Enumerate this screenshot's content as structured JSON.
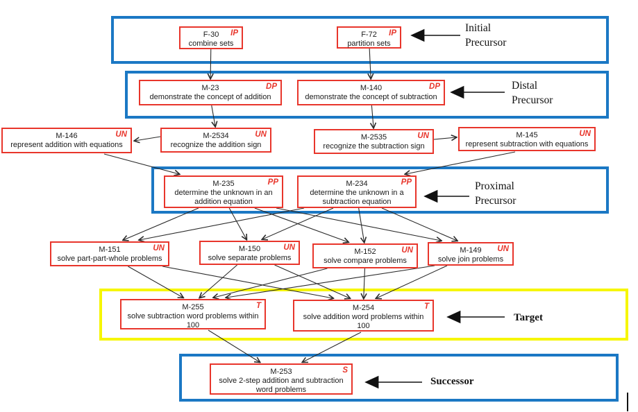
{
  "groups": {
    "initial": "Initial Precursor",
    "distal": "Distal Precursor",
    "proximal": "Proximal Precursor",
    "target": "Target",
    "successor": "Successor"
  },
  "nodes": [
    {
      "id": "F-30",
      "tag": "IP",
      "desc": "combine sets"
    },
    {
      "id": "F-72",
      "tag": "IP",
      "desc": "partition sets"
    },
    {
      "id": "M-23",
      "tag": "DP",
      "desc": "demonstrate the concept of addition"
    },
    {
      "id": "M-140",
      "tag": "DP",
      "desc": "demonstrate the concept of subtraction"
    },
    {
      "id": "M-146",
      "tag": "UN",
      "desc": "represent addition with equations"
    },
    {
      "id": "M-2534",
      "tag": "UN",
      "desc": "recognize the addition sign"
    },
    {
      "id": "M-2535",
      "tag": "UN",
      "desc": "recognize the subtraction sign"
    },
    {
      "id": "M-145",
      "tag": "UN",
      "desc": "represent subtraction with equations"
    },
    {
      "id": "M-235",
      "tag": "PP",
      "desc": "determine the unknown in an addition equation"
    },
    {
      "id": "M-234",
      "tag": "PP",
      "desc": "determine the unknown in a subtraction equation"
    },
    {
      "id": "M-151",
      "tag": "UN",
      "desc": "solve part-part-whole problems"
    },
    {
      "id": "M-150",
      "tag": "UN",
      "desc": "solve separate problems"
    },
    {
      "id": "M-152",
      "tag": "UN",
      "desc": "solve compare problems"
    },
    {
      "id": "M-149",
      "tag": "UN",
      "desc": "solve join problems"
    },
    {
      "id": "M-255",
      "tag": "T",
      "desc": "solve subtraction word problems within 100"
    },
    {
      "id": "M-254",
      "tag": "T",
      "desc": "solve addition word problems within 100"
    },
    {
      "id": "M-253",
      "tag": "S",
      "desc": "solve 2-step addition and subtraction word problems"
    }
  ],
  "edges": [
    {
      "from": "F-30",
      "to": "M-23"
    },
    {
      "from": "F-72",
      "to": "M-140"
    },
    {
      "from": "M-23",
      "to": "M-2534"
    },
    {
      "from": "M-140",
      "to": "M-2535"
    },
    {
      "from": "M-2534",
      "to": "M-146"
    },
    {
      "from": "M-2535",
      "to": "M-145"
    },
    {
      "from": "M-146",
      "to": "M-235"
    },
    {
      "from": "M-145",
      "to": "M-234"
    },
    {
      "from": "M-235",
      "to": "M-151"
    },
    {
      "from": "M-235",
      "to": "M-150"
    },
    {
      "from": "M-235",
      "to": "M-152"
    },
    {
      "from": "M-235",
      "to": "M-149"
    },
    {
      "from": "M-234",
      "to": "M-151"
    },
    {
      "from": "M-234",
      "to": "M-150"
    },
    {
      "from": "M-234",
      "to": "M-152"
    },
    {
      "from": "M-234",
      "to": "M-149"
    },
    {
      "from": "M-151",
      "to": "M-255"
    },
    {
      "from": "M-151",
      "to": "M-254"
    },
    {
      "from": "M-150",
      "to": "M-255"
    },
    {
      "from": "M-150",
      "to": "M-254"
    },
    {
      "from": "M-152",
      "to": "M-255"
    },
    {
      "from": "M-152",
      "to": "M-254"
    },
    {
      "from": "M-149",
      "to": "M-255"
    },
    {
      "from": "M-149",
      "to": "M-254"
    },
    {
      "from": "M-255",
      "to": "M-253"
    },
    {
      "from": "M-254",
      "to": "M-253"
    }
  ],
  "colors": {
    "group_blue": "#1b78c4",
    "target_yellow": "#f6f600",
    "node_red": "#e8352b",
    "edge_line": "#2a2a2a"
  }
}
